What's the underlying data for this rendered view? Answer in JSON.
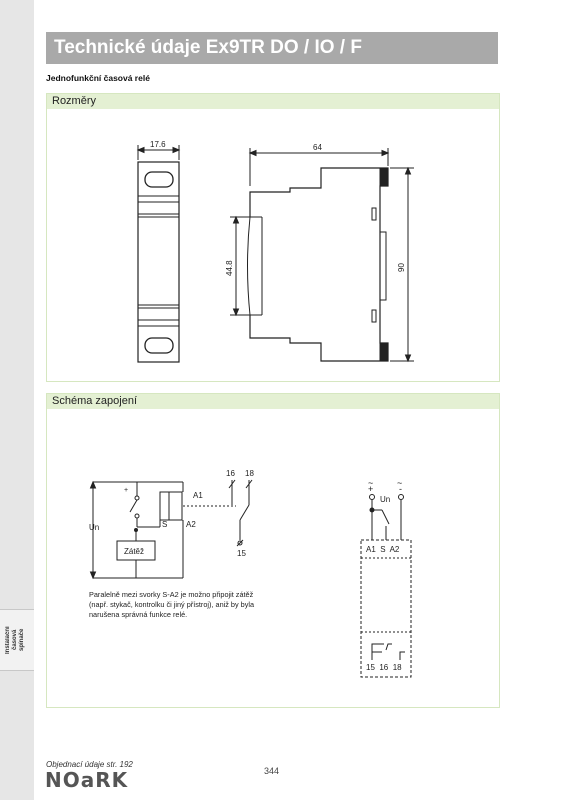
{
  "page": {
    "title": "Technické údaje Ex9TR DO / IO / F",
    "subtitle": "Jednofunkční časová relé",
    "sidebar_tab_lines": [
      "Instalační",
      "časová",
      "spínače"
    ],
    "order_note": "Objednací údaje str. 192",
    "logo": "NOaRK",
    "page_number": "344"
  },
  "dimensions": {
    "heading": "Rozměry",
    "width_front": "17.6",
    "depth": "64",
    "height": "90",
    "rail_height": "44.8"
  },
  "wiring": {
    "heading": "Schéma zapojení",
    "left": {
      "terminal_a1": "A1",
      "terminal_a2": "A2",
      "terminal_s": "S",
      "un": "Un",
      "load": "Zátěž",
      "contact_16": "16",
      "contact_18": "18",
      "contact_15": "15",
      "plus": "+"
    },
    "right": {
      "ac_top_left": "~",
      "ac_top_right": "~",
      "plus": "+",
      "minus": "-",
      "un": "Un",
      "terminals_top": "A1  S  A2",
      "terminals_bottom": "15  16  18"
    },
    "note_lines": [
      "Paralelně mezi svorky S-A2 je možno připojit zátěž",
      "(např. stykač, kontrolku či jiný přístroj), aniž by byla",
      "narušena správná funkce relé."
    ]
  },
  "colors": {
    "title_bar": "#a9a9a9",
    "section_header": "#e4f0d3",
    "sidebar": "#e6e6e6"
  }
}
